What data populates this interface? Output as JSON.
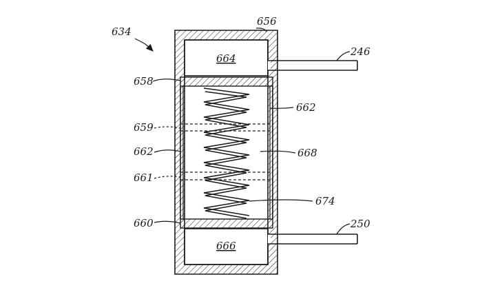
{
  "figure": {
    "labels": {
      "assembly": "634",
      "housing": "656",
      "upper_chamber": "664",
      "lower_chamber": "666",
      "tube_upper": "246",
      "tube_lower": "250",
      "upper_plate": "658",
      "lower_plate": "660",
      "wall_right": "662",
      "wall_left": "662",
      "dashed_upper": "659",
      "dashed_lower": "661",
      "interior": "668",
      "spring": "674"
    }
  }
}
